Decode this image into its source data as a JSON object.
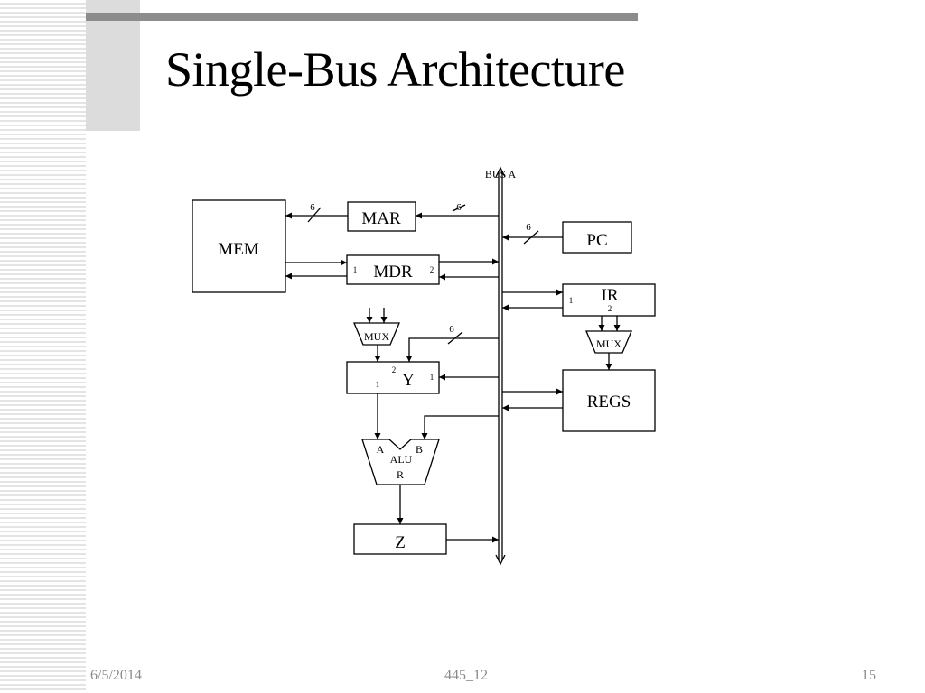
{
  "slide": {
    "title": "Single-Bus Architecture"
  },
  "diagram": {
    "bus_label": "BUS A",
    "width_label": "6",
    "port_1": "1",
    "port_2": "2",
    "blocks": {
      "mem": "MEM",
      "mar": "MAR",
      "mdr": "MDR",
      "pc": "PC",
      "ir": "IR",
      "y": "Y",
      "regs": "REGS",
      "z": "Z",
      "mux": "MUX",
      "alu": "ALU",
      "alu_a": "A",
      "alu_b": "B",
      "alu_r": "R"
    }
  },
  "footer": {
    "date": "6/5/2014",
    "course": "445_12",
    "page": "15"
  }
}
